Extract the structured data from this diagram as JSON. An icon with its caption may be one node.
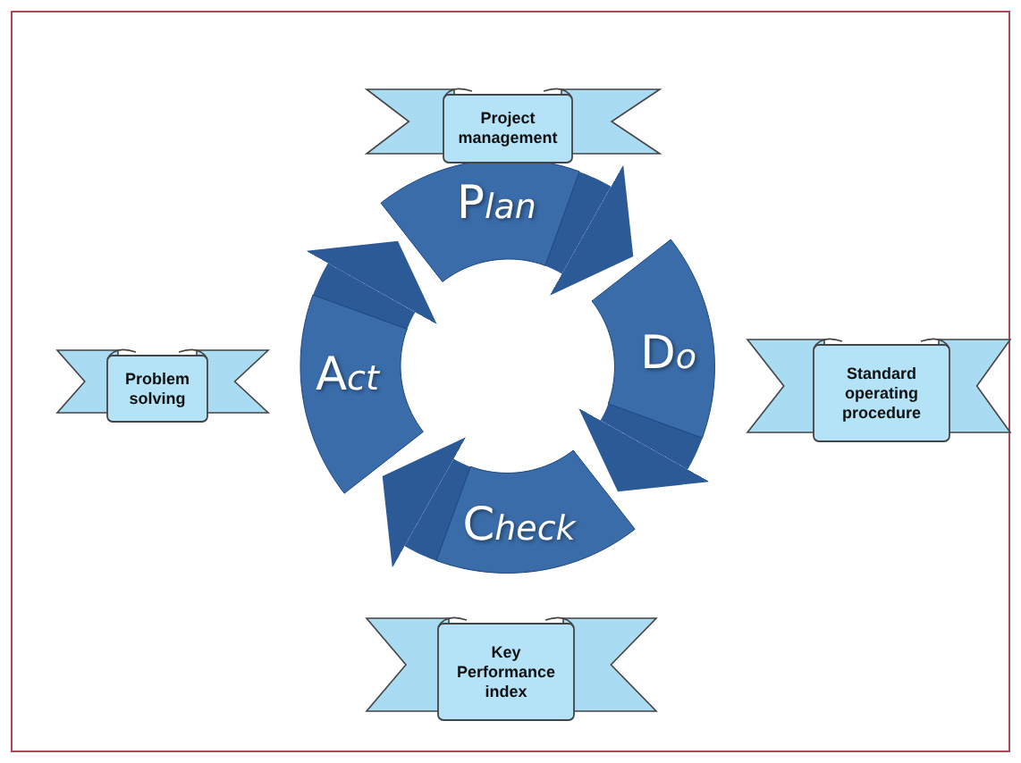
{
  "diagram": {
    "nodes": [
      {
        "text": [
          "Plan"
        ]
      },
      {
        "text": [
          "Do"
        ]
      },
      {
        "text": [
          "Check"
        ]
      },
      {
        "text": [
          "Act"
        ]
      },
      {
        "text": [
          "Project management"
        ]
      },
      {
        "text": [
          "Standard operating procedure"
        ]
      },
      {
        "text": [
          "Key Performance index"
        ]
      },
      {
        "text": [
          "Problem solving"
        ]
      }
    ],
    "edges": [
      {
        "from": 0,
        "to": 1,
        "arrow": "to"
      },
      {
        "from": 1,
        "to": 2,
        "arrow": "to"
      },
      {
        "from": 2,
        "to": 3,
        "arrow": "to"
      },
      {
        "from": 3,
        "to": 0,
        "arrow": "to"
      }
    ]
  }
}
